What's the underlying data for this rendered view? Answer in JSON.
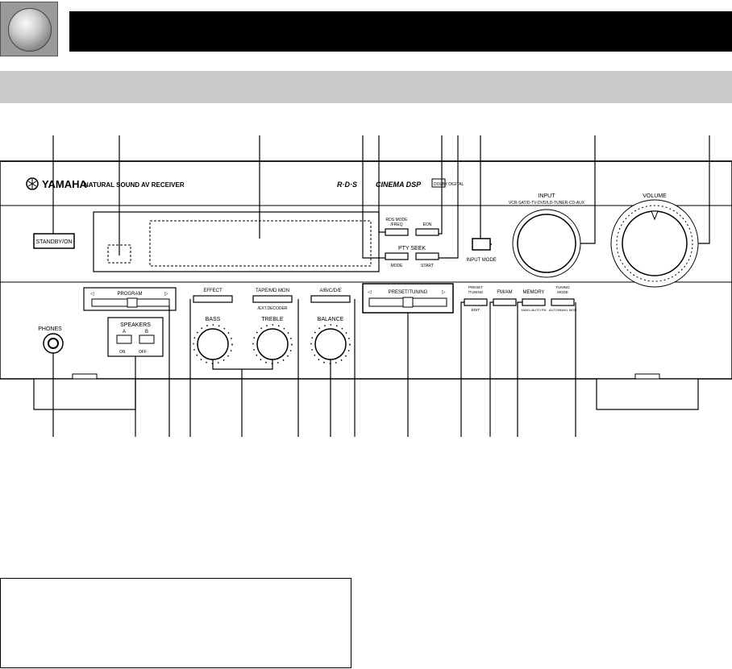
{
  "header": {
    "knob_icon": "brushed-metal-knob-icon"
  },
  "receiver": {
    "brand": "YAMAHA",
    "model_line": "NATURAL SOUND  AV RECEIVER",
    "rds_logo": "R·D·S",
    "cinema_dsp": "CINEMA DSP",
    "dolby_logo": "DOLBY DIGITAL",
    "standby_label": "STANDBY/ON",
    "rds_mode_label_1": "RDS MODE",
    "rds_mode_label_2": "/FREQ",
    "eon_label": "EON",
    "pty_seek_label": "PTY SEEK",
    "pty_mode_label": "MODE",
    "pty_start_label": "START",
    "input_mode_label": "INPUT MODE",
    "input_label": "INPUT",
    "input_sources": "VCR-SAT/D-TV-DVD/LD-TUNER-CD-AUX",
    "volume_label": "VOLUME",
    "phones_label": "PHONES",
    "program_label": "PROGRAM",
    "speakers_label": "SPEAKERS",
    "speaker_a": "A",
    "speaker_b": "B",
    "speakers_on": "ON",
    "speakers_off": "OFF",
    "effect_label": "EFFECT",
    "tape_md_label": "TAPE/MD MON",
    "ext_decoder_label": "/EXT.DECODER",
    "bass_label": "BASS",
    "treble_label": "TREBLE",
    "abcde_label": "A/B/C/D/E",
    "balance_label": "BALANCE",
    "preset_tuning_label": "PRESET/TUNING",
    "preset_tuning_edit_1": "PRESET",
    "preset_tuning_edit_2": "/TUNING",
    "edit_label": "EDIT",
    "fm_am_label": "FM/AM",
    "memory_label": "MEMORY",
    "memory_sub": "MAN'L/AUTO FM",
    "tuning_mode_1": "TUNING",
    "tuning_mode_2": "MODE",
    "tuning_mode_sub": "AUTO/MAN'L MON"
  },
  "colors": {
    "title_bar": "#000000",
    "section_bar": "#c9c9c9"
  }
}
